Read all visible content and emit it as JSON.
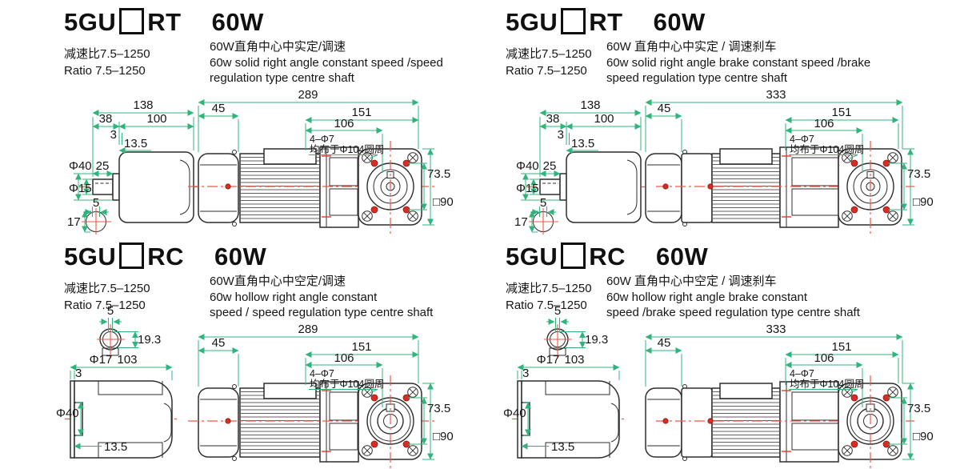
{
  "colors": {
    "dimension_green": "#2fb57c",
    "centerline_red": "#f2564a",
    "mount_hole_red": "#d92c22",
    "outline_black": "#2d2d2d"
  },
  "panels": [
    {
      "model_prefix": "5GU",
      "model_suffix": "RT",
      "power": "60W",
      "ratio_cn": "减速比7.5–1250",
      "ratio_en": "Ratio 7.5–1250",
      "desc_cn": "60W直角中心中实定/调速",
      "desc_en1": "60w solid right angle constant speed /speed",
      "desc_en2": "regulation type centre shaft",
      "side": {
        "len": "138",
        "seg1": "38",
        "seg2": "100",
        "plate": "3",
        "step": "13.5",
        "boss": "Φ40",
        "shaft_len": "25",
        "shaft_dia": "Φ15",
        "key_w": "5",
        "key_h": "17"
      },
      "front": {
        "overall": "289",
        "rear": "45",
        "head": "151",
        "holes_span": "106",
        "note1": "4–Φ7",
        "note2": "均布于Φ104圆周",
        "square": "73.5",
        "flange": "□90"
      }
    },
    {
      "model_prefix": "5GU",
      "model_suffix": "RT",
      "power": "60W",
      "ratio_cn": "减速比7.5–1250",
      "ratio_en": "Ratio 7.5–1250",
      "desc_cn": "60W 直角中心中实定 / 调速刹车",
      "desc_en1": "60w solid right angle brake constant speed /brake",
      "desc_en2": "speed regulation type centre shaft",
      "side": {
        "len": "138",
        "seg1": "38",
        "seg2": "100",
        "plate": "3",
        "step": "13.5",
        "boss": "Φ40",
        "shaft_len": "25",
        "shaft_dia": "Φ15",
        "key_w": "5",
        "key_h": "17"
      },
      "front": {
        "overall": "333",
        "rear": "45",
        "head": "151",
        "holes_span": "106",
        "note1": "4–Φ7",
        "note2": "均布于Φ104圆周",
        "square": "73.5",
        "flange": "□90"
      }
    },
    {
      "model_prefix": "5GU",
      "model_suffix": "RC",
      "power": "60W",
      "ratio_cn": "减速比7.5–1250",
      "ratio_en": "Ratio 7.5–1250",
      "desc_cn": "60W直角中心中空定/调速",
      "desc_en1": "60w hollow right angle constant",
      "desc_en2": "speed / speed regulation type centre shaft",
      "side": {
        "key_w": "5",
        "bore_depth": "19.3",
        "bore_dia": "Φ17",
        "len": "103",
        "plate": "3",
        "boss": "Φ40",
        "step": "13.5"
      },
      "front": {
        "overall": "289",
        "rear": "45",
        "head": "151",
        "holes_span": "106",
        "note1": "4–Φ7",
        "note2": "均布于Φ104圆周",
        "square": "73.5",
        "flange": "□90"
      }
    },
    {
      "model_prefix": "5GU",
      "model_suffix": "RC",
      "power": "60W",
      "ratio_cn": "减速比7.5–1250",
      "ratio_en": "Ratio 7.5–1250",
      "desc_cn": "60W 直角中心中空定 / 调速刹车",
      "desc_en1": "60w hollow right angle brake constant",
      "desc_en2": "speed /brake speed regulation type centre shaft",
      "side": {
        "key_w": "5",
        "bore_depth": "19.3",
        "bore_dia": "Φ17",
        "len": "103",
        "plate": "3",
        "boss": "Φ40",
        "step": "13.5"
      },
      "front": {
        "overall": "333",
        "rear": "45",
        "head": "151",
        "holes_span": "106",
        "note1": "4–Φ7",
        "note2": "均布于Φ104圆周",
        "square": "73.5",
        "flange": "□90"
      }
    }
  ]
}
